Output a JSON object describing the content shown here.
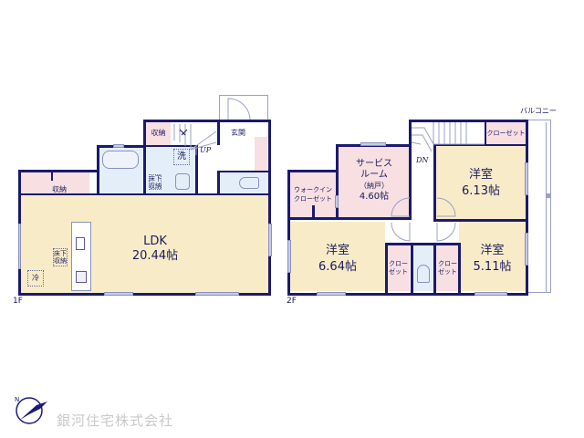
{
  "floor1": {
    "label": "1F",
    "rooms": {
      "ldk": {
        "name": "LDK",
        "size": "20.44帖"
      },
      "storage_left": "収納",
      "storage_top": "収納",
      "entrance": "玄関",
      "wash": "洗",
      "underfloor_storage_wash": "床下\n収納",
      "underfloor_storage_ldk": "床下\n収納",
      "fridge": "冷",
      "stairs_up": "UP"
    }
  },
  "floor2": {
    "label": "2F",
    "rooms": {
      "service_room": {
        "line1": "サービス",
        "line2": "ルーム",
        "line3": "（納戸）",
        "size": "4.60帖"
      },
      "walk_in_closet": {
        "line1": "ウォークイン",
        "line2": "クローゼット"
      },
      "western_room_ne": {
        "name": "洋室",
        "size": "6.13帖"
      },
      "western_room_sw": {
        "name": "洋室",
        "size": "6.64帖"
      },
      "western_room_se": {
        "name": "洋室",
        "size": "5.11帖"
      },
      "closet_top": "クローゼット",
      "closet_left": {
        "line1": "クロー",
        "line2": "ゼット"
      },
      "closet_right": {
        "line1": "クロー",
        "line2": "ゼット"
      },
      "stairs_down": "DN",
      "balcony": "バルコニー"
    }
  },
  "company": {
    "name": "銀河住宅株式会社",
    "logo": "compass-bird-logo"
  },
  "colors": {
    "wall": "#1a1a6e",
    "ldk_floor": "#f8ecc8",
    "storage_pink": "#f7dfe2",
    "wet_area_blue": "#e4eef8",
    "window": "#c7cce6",
    "company_text": "#c9c9c9"
  }
}
